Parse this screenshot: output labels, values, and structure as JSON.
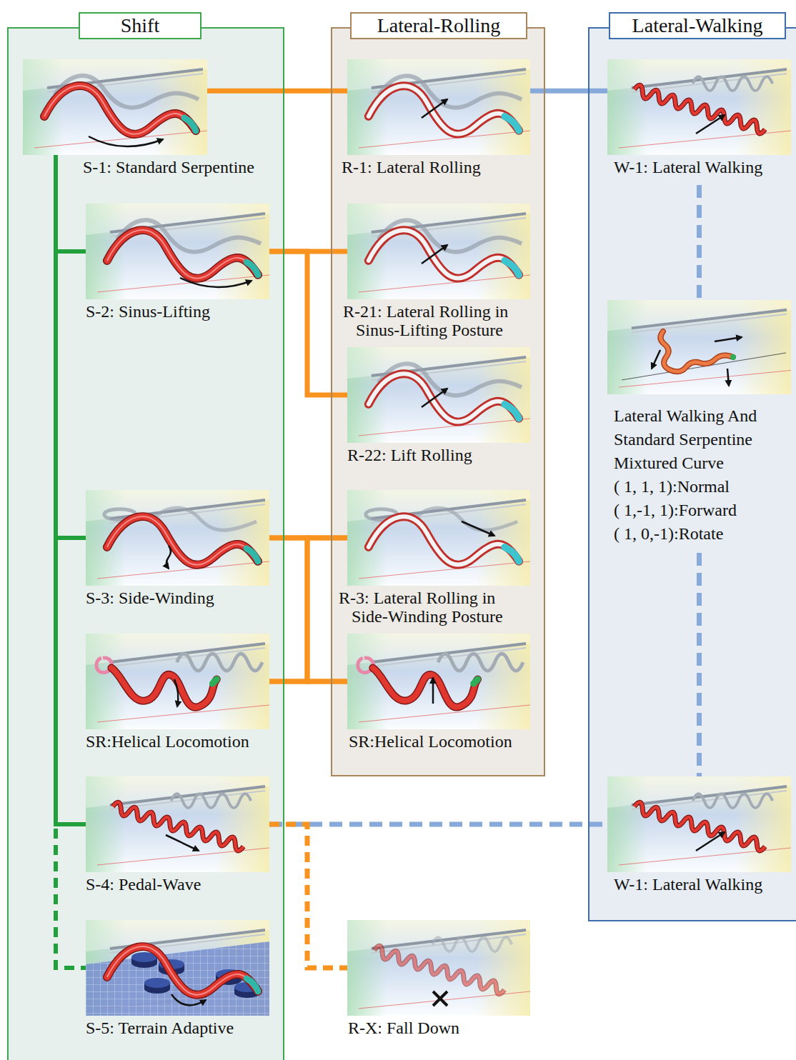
{
  "diagram": {
    "nodes": [
      {
        "text": [
          "Shift"
        ]
      },
      {
        "text": [
          "S-1: Standard Serpentine"
        ],
        "in": 0
      },
      {
        "text": [
          "S-2: Sinus-Lifting"
        ],
        "in": 0
      },
      {
        "text": [
          "S-3: Side-Winding"
        ],
        "in": 0
      },
      {
        "text": [
          "SR:Helical Locomotion"
        ],
        "in": 0
      },
      {
        "text": [
          "S-4: Pedal-Wave"
        ],
        "in": 0
      },
      {
        "text": [
          "S-5: Terrain Adaptive"
        ],
        "in": 0
      },
      {
        "text": [
          "Lateral-Rolling"
        ]
      },
      {
        "text": [
          "R-1: Lateral Rolling"
        ],
        "in": 7
      },
      {
        "text": [
          "R-21: Lateral Rolling in Sinus-Lifting Posture"
        ],
        "in": 7
      },
      {
        "text": [
          "R-22: Lift Rolling"
        ],
        "in": 7
      },
      {
        "text": [
          "R-3: Lateral Rolling in Side-Winding Posture"
        ],
        "in": 7
      },
      {
        "text": [
          "SR:Helical Locomotion"
        ],
        "in": 7
      },
      {
        "text": [
          "Lateral-Walking"
        ]
      },
      {
        "text": [
          "W-1: Lateral Walking"
        ],
        "in": 13
      },
      {
        "text": [
          "Lateral Walking And Standard Serpentine Mixtured Curve",
          "( 1, 1, 1):Normal",
          "( 1,-1, 1):Forward",
          "( 1, 0,-1):Rotate"
        ],
        "in": 13
      },
      {
        "text": [
          "W-1: Lateral Walking"
        ],
        "in": 13
      },
      {
        "text": [
          "R-X: Fall Down"
        ]
      }
    ],
    "edges": [
      {
        "from": 1,
        "to": 8,
        "arrow": "none"
      },
      {
        "from": 8,
        "to": 14,
        "arrow": "none"
      },
      {
        "from": 1,
        "to": 2,
        "arrow": "none"
      },
      {
        "from": 1,
        "to": 3,
        "arrow": "none"
      },
      {
        "from": 1,
        "to": 5,
        "arrow": "none"
      },
      {
        "from": 1,
        "to": 6,
        "arrow": "none"
      },
      {
        "from": 2,
        "to": 9,
        "arrow": "none"
      },
      {
        "from": 2,
        "to": 10,
        "arrow": "none"
      },
      {
        "from": 3,
        "to": 11,
        "arrow": "none"
      },
      {
        "from": 3,
        "to": 12,
        "arrow": "none"
      },
      {
        "from": 4,
        "to": 11,
        "arrow": "none"
      },
      {
        "from": 4,
        "to": 12,
        "arrow": "none"
      },
      {
        "from": 5,
        "to": 17,
        "arrow": "none"
      },
      {
        "from": 5,
        "to": 16,
        "arrow": "none"
      },
      {
        "from": 14,
        "to": 15,
        "arrow": "none"
      },
      {
        "from": 15,
        "to": 16,
        "arrow": "none"
      }
    ]
  }
}
